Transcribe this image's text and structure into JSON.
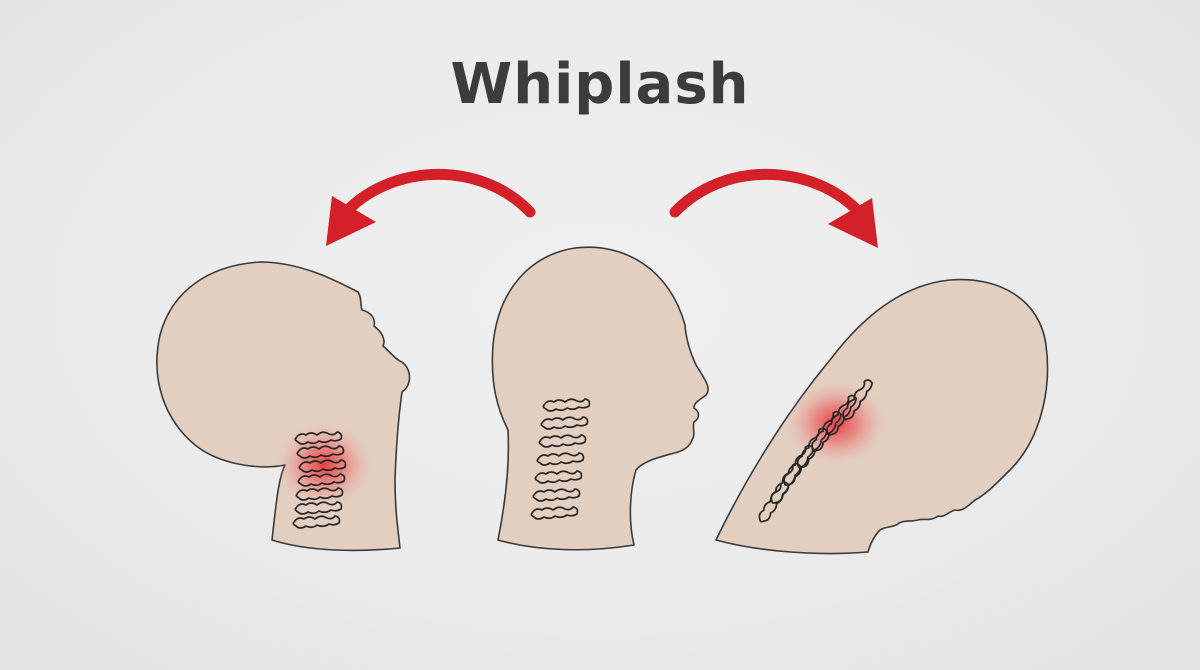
{
  "title": "Whiplash",
  "colors": {
    "background": "#ebebeb",
    "skin": "#e2cfc0",
    "outline": "#3a3a3a",
    "arrow": "#d42028",
    "pain": "#e8262d",
    "title": "#3c3c3c"
  },
  "figures": [
    {
      "name": "head-extension",
      "pain_area": true
    },
    {
      "name": "head-neutral",
      "pain_area": false
    },
    {
      "name": "head-flexion",
      "pain_area": true
    }
  ],
  "arrows": [
    {
      "name": "arrow-backward",
      "direction": "left"
    },
    {
      "name": "arrow-forward",
      "direction": "right"
    }
  ]
}
